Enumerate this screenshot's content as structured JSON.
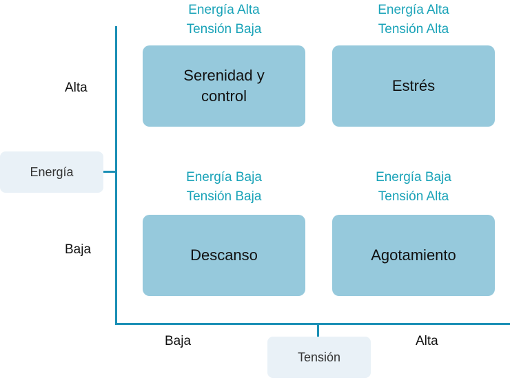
{
  "axes": {
    "y_title": "Energía",
    "x_title": "Tensión",
    "y_high": "Alta",
    "y_low": "Baja",
    "x_low": "Baja",
    "x_high": "Alta"
  },
  "quadrants": [
    {
      "id": "serenity",
      "caption_energy": "Energía Alta",
      "caption_tension": "Tensión Baja",
      "label": "Serenidad y control"
    },
    {
      "id": "stress",
      "caption_energy": "Energía Alta",
      "caption_tension": "Tensión Alta",
      "label": "Estrés"
    },
    {
      "id": "rest",
      "caption_energy": "Energía Baja",
      "caption_tension": "Tensión Baja",
      "label": "Descanso"
    },
    {
      "id": "exhaustion",
      "caption_energy": "Energía Baja",
      "caption_tension": "Tensión Alta",
      "label": "Agotamiento"
    }
  ],
  "colors": {
    "axis": "#1b8fb5",
    "caption": "#1aa3b8",
    "box": "#96c9dc",
    "title_bg": "#e9f1f7"
  }
}
